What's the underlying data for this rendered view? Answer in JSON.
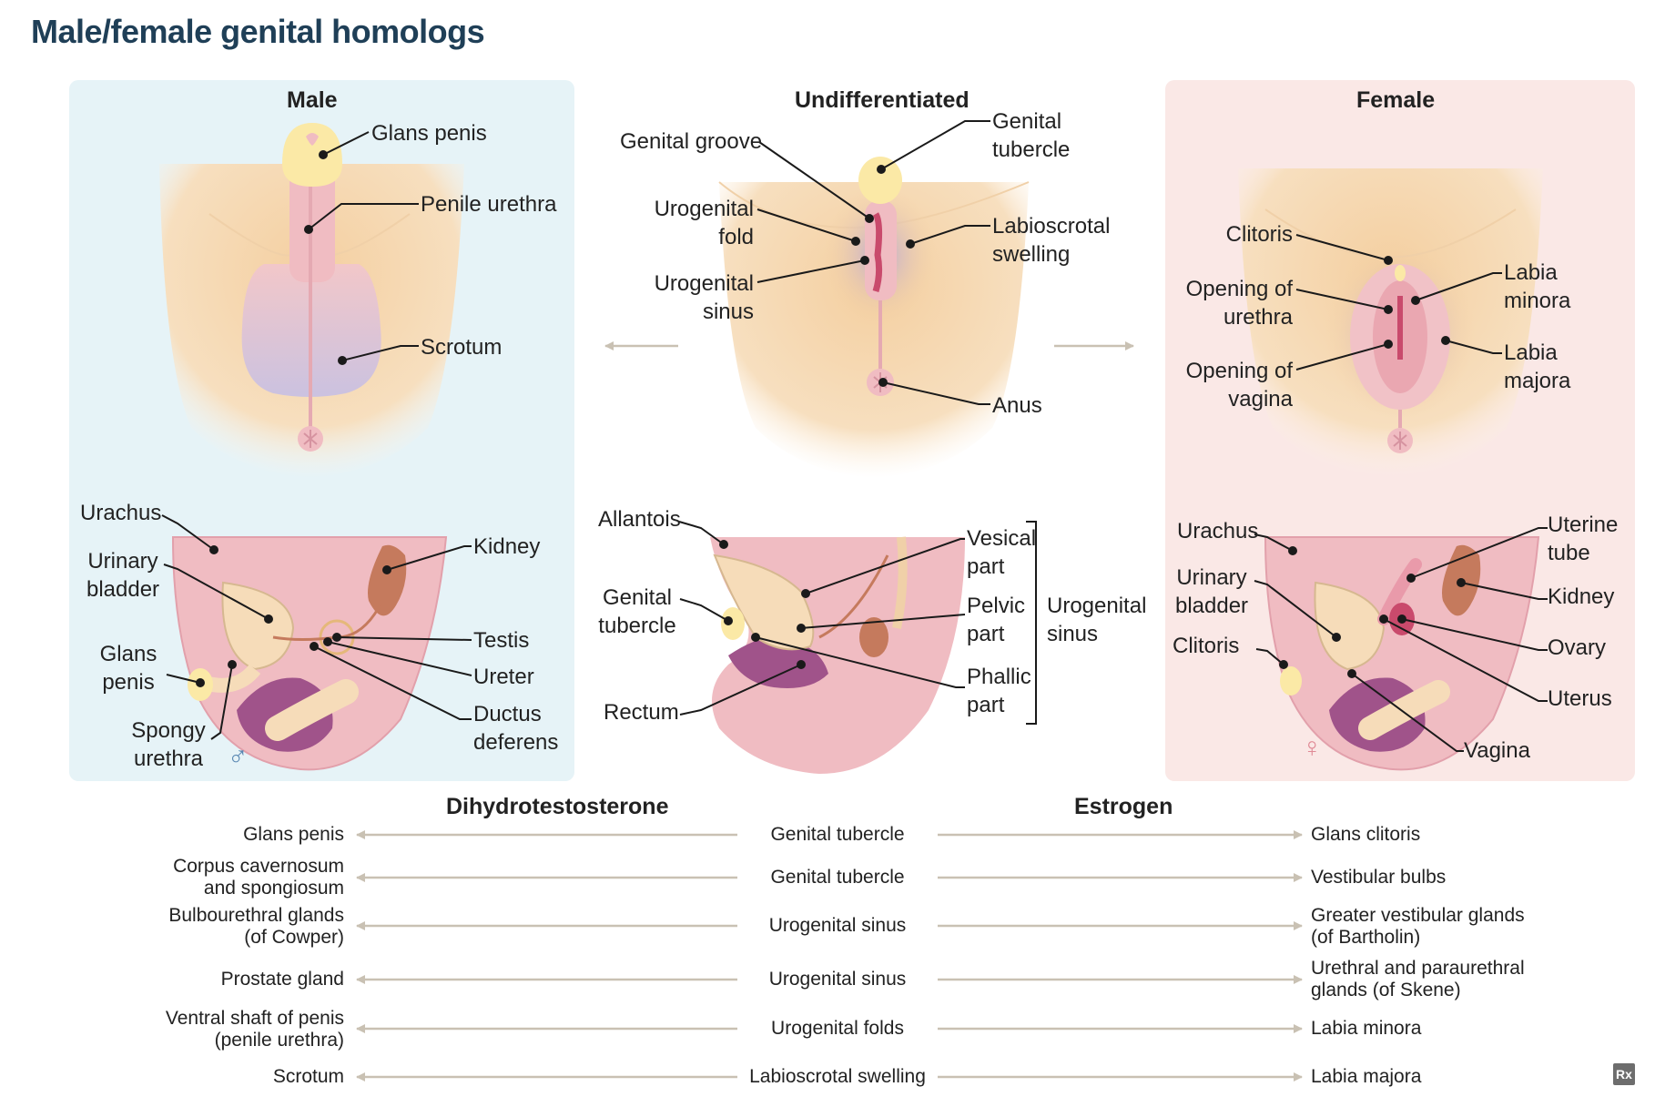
{
  "title": "Male/female genital homologs",
  "male": {
    "heading": "Male",
    "external_labels": {
      "glans_penis": "Glans penis",
      "penile_urethra": "Penile urethra",
      "scrotum": "Scrotum"
    },
    "internal_labels": {
      "urachus": "Urachus",
      "urinary_bladder_1": "Urinary",
      "urinary_bladder_2": "bladder",
      "glans_penis_1": "Glans",
      "glans_penis_2": "penis",
      "spongy_urethra_1": "Spongy",
      "spongy_urethra_2": "urethra",
      "kidney": "Kidney",
      "testis": "Testis",
      "ureter": "Ureter",
      "ductus_deferens_1": "Ductus",
      "ductus_deferens_2": "deferens"
    },
    "symbol": "♂"
  },
  "undifferentiated": {
    "heading": "Undifferentiated",
    "external_labels": {
      "genital_groove": "Genital groove",
      "urogenital_fold_1": "Urogenital",
      "urogenital_fold_2": "fold",
      "urogenital_sinus_1": "Urogenital",
      "urogenital_sinus_2": "sinus",
      "genital_tubercle_1": "Genital",
      "genital_tubercle_2": "tubercle",
      "labioscrotal_1": "Labioscrotal",
      "labioscrotal_2": "swelling",
      "anus": "Anus"
    },
    "internal_labels": {
      "allantois": "Allantois",
      "genital_tubercle_1": "Genital",
      "genital_tubercle_2": "tubercle",
      "rectum": "Rectum",
      "vesical_1": "Vesical",
      "vesical_2": "part",
      "pelvic_1": "Pelvic",
      "pelvic_2": "part",
      "phallic_1": "Phallic",
      "phallic_2": "part",
      "urogenital_1": "Urogenital",
      "urogenital_2": "sinus"
    }
  },
  "female": {
    "heading": "Female",
    "external_labels": {
      "clitoris": "Clitoris",
      "opening_urethra_1": "Opening of",
      "opening_urethra_2": "urethra",
      "opening_vagina_1": "Opening of",
      "opening_vagina_2": "vagina",
      "labia_minora_1": "Labia",
      "labia_minora_2": "minora",
      "labia_majora_1": "Labia",
      "labia_majora_2": "majora"
    },
    "internal_labels": {
      "urachus": "Urachus",
      "urinary_bladder_1": "Urinary",
      "urinary_bladder_2": "bladder",
      "clitoris": "Clitoris",
      "uterine_tube_1": "Uterine",
      "uterine_tube_2": "tube",
      "kidney": "Kidney",
      "ovary": "Ovary",
      "uterus": "Uterus",
      "vagina": "Vagina"
    },
    "symbol": "♀"
  },
  "table": {
    "male_hormone": "Dihydrotestosterone",
    "female_hormone": "Estrogen",
    "rows": [
      {
        "male_1": "Glans penis",
        "male_2": "",
        "origin": "Genital tubercle",
        "female_1": "Glans clitoris",
        "female_2": ""
      },
      {
        "male_1": "Corpus cavernosum",
        "male_2": "and spongiosum",
        "origin": "Genital tubercle",
        "female_1": "Vestibular bulbs",
        "female_2": ""
      },
      {
        "male_1": "Bulbourethral glands",
        "male_2": "(of Cowper)",
        "origin": "Urogenital sinus",
        "female_1": "Greater vestibular glands",
        "female_2": "(of Bartholin)"
      },
      {
        "male_1": "Prostate gland",
        "male_2": "",
        "origin": "Urogenital sinus",
        "female_1": "Urethral and paraurethral",
        "female_2": "glands (of Skene)"
      },
      {
        "male_1": "Ventral shaft of penis",
        "male_2": "(penile urethra)",
        "origin": "Urogenital folds",
        "female_1": "Labia minora",
        "female_2": ""
      },
      {
        "male_1": "Scrotum",
        "male_2": "",
        "origin": "Labioscrotal swelling",
        "female_1": "Labia majora",
        "female_2": ""
      }
    ]
  },
  "logo": "Rx",
  "colors": {
    "title": "#1f3f57",
    "male_panel": "#e6f3f7",
    "female_panel": "#fae8e6",
    "skin": "#f6d9b2",
    "pink": "#f0bcc2",
    "arrow": "#c9c1b3"
  }
}
